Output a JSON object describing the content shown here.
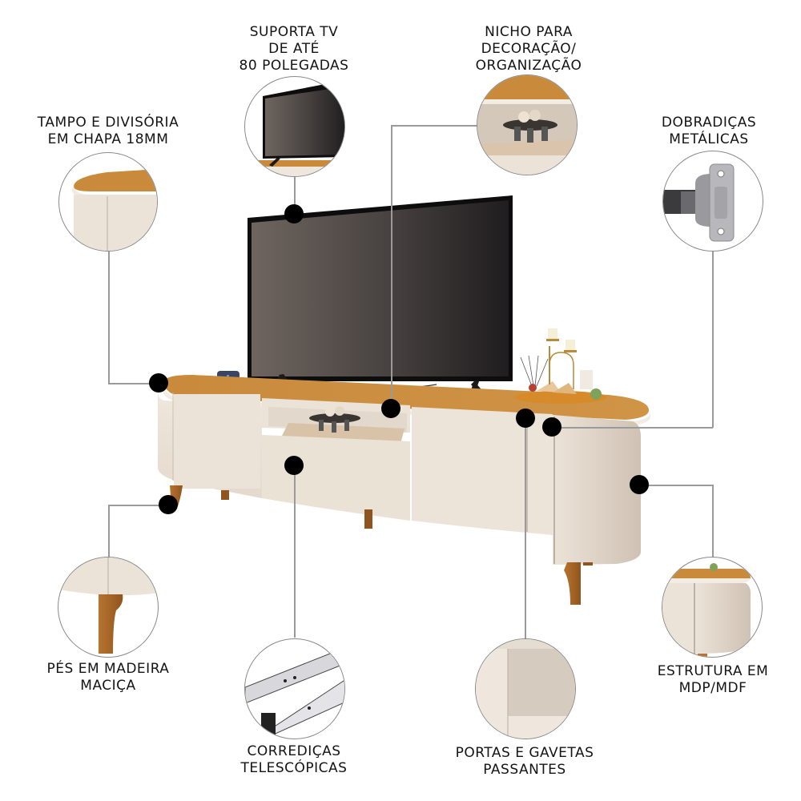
{
  "features": [
    {
      "id": "tampo",
      "lines": [
        "TAMPO E DIVISÓRIA",
        "EM CHAPA 18MM"
      ],
      "icon": "tabletop-edge-icon"
    },
    {
      "id": "suporta-tv",
      "lines": [
        "SUPORTA TV",
        "DE ATÉ",
        "80 POLEGADAS"
      ],
      "icon": "tv-icon"
    },
    {
      "id": "nicho",
      "lines": [
        "NICHO PARA",
        "DECORAÇÃO/",
        "ORGANIZAÇÃO"
      ],
      "icon": "niche-shelf-icon"
    },
    {
      "id": "dobradicas",
      "lines": [
        "DOBRADIÇAS",
        "METÁLICAS"
      ],
      "icon": "metal-hinge-icon"
    },
    {
      "id": "pes",
      "lines": [
        "PÉS EM MADEIRA",
        "MACIÇA"
      ],
      "icon": "wood-leg-icon"
    },
    {
      "id": "corredicas",
      "lines": [
        "CORREDIÇAS",
        "TELESCÓPICAS"
      ],
      "icon": "telescopic-slide-icon"
    },
    {
      "id": "portas",
      "lines": [
        "PORTAS E GAVETAS",
        "PASSANTES"
      ],
      "icon": "flush-door-icon"
    },
    {
      "id": "estrutura",
      "lines": [
        "ESTRUTURA EM",
        "MDP/MDF"
      ],
      "icon": "cabinet-structure-icon"
    }
  ],
  "colors": {
    "wood": "#c98a3c",
    "cream": "#ece3d8",
    "tv_screen_left": "#6b625c",
    "tv_screen_right": "#232123",
    "dot": "#000000",
    "connector": "#9a9a9a"
  }
}
